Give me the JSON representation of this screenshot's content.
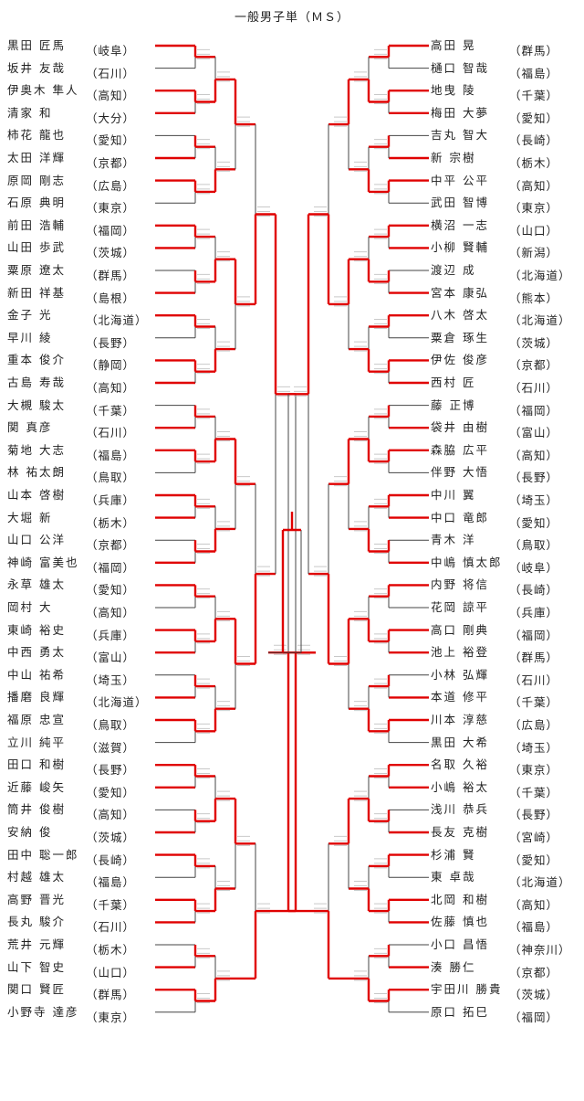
{
  "title": "一般男子単（ＭＳ）",
  "left_players": [
    {
      "name": "黒田 匠馬",
      "pref": "（岐阜）"
    },
    {
      "name": "坂井 友哉",
      "pref": "（石川）"
    },
    {
      "name": "伊奥木 隼人",
      "pref": "（高知）"
    },
    {
      "name": "清家 和",
      "pref": "（大分）"
    },
    {
      "name": "柿花 龍也",
      "pref": "（愛知）"
    },
    {
      "name": "太田 洋輝",
      "pref": "（京都）"
    },
    {
      "name": "原岡 剛志",
      "pref": "（広島）"
    },
    {
      "name": "石原 典明",
      "pref": "（東京）"
    },
    {
      "name": "前田 浩輔",
      "pref": "（福岡）"
    },
    {
      "name": "山田 歩武",
      "pref": "（茨城）"
    },
    {
      "name": "粟原 遼太",
      "pref": "（群馬）"
    },
    {
      "name": "新田 祥基",
      "pref": "（島根）"
    },
    {
      "name": "金子 光",
      "pref": "（北海道）"
    },
    {
      "name": "早川 綾",
      "pref": "（長野）"
    },
    {
      "name": "重本 俊介",
      "pref": "（静岡）"
    },
    {
      "name": "古島 寿哉",
      "pref": "（高知）"
    },
    {
      "name": "大槻 駿太",
      "pref": "（千葉）"
    },
    {
      "name": "関 真彦",
      "pref": "（石川）"
    },
    {
      "name": "菊地 大志",
      "pref": "（福島）"
    },
    {
      "name": "林 祐太朗",
      "pref": "（鳥取）"
    },
    {
      "name": "山本 啓樹",
      "pref": "（兵庫）"
    },
    {
      "name": "大堀 新",
      "pref": "（栃木）"
    },
    {
      "name": "山口 公洋",
      "pref": "（京都）"
    },
    {
      "name": "神崎 富美也",
      "pref": "（福岡）"
    },
    {
      "name": "永草 雄太",
      "pref": "（愛知）"
    },
    {
      "name": "岡村 大",
      "pref": "（高知）"
    },
    {
      "name": "東崎 裕史",
      "pref": "（兵庫）"
    },
    {
      "name": "中西 勇太",
      "pref": "（富山）"
    },
    {
      "name": "中山 祐希",
      "pref": "（埼玉）"
    },
    {
      "name": "播磨 良輝",
      "pref": "（北海道）"
    },
    {
      "name": "福原 忠宣",
      "pref": "（鳥取）"
    },
    {
      "name": "立川 純平",
      "pref": "（滋賀）"
    },
    {
      "name": "田口 和樹",
      "pref": "（長野）"
    },
    {
      "name": "近藤 峻矢",
      "pref": "（愛知）"
    },
    {
      "name": "筒井 俊樹",
      "pref": "（高知）"
    },
    {
      "name": "安納 俊",
      "pref": "（茨城）"
    },
    {
      "name": "田中 聡一郎",
      "pref": "（長崎）"
    },
    {
      "name": "村越 雄太",
      "pref": "（福島）"
    },
    {
      "name": "高野 晋光",
      "pref": "（千葉）"
    },
    {
      "name": "長丸 駿介",
      "pref": "（石川）"
    },
    {
      "name": "荒井 元輝",
      "pref": "（栃木）"
    },
    {
      "name": "山下 智史",
      "pref": "（山口）"
    },
    {
      "name": "関口 賢匠",
      "pref": "（群馬）"
    },
    {
      "name": "小野寺 達彦",
      "pref": "（東京）"
    }
  ],
  "right_players": [
    {
      "name": "高田 晃",
      "pref": "（群馬）"
    },
    {
      "name": "樋口 智哉",
      "pref": "（福島）"
    },
    {
      "name": "地曳 陵",
      "pref": "（千葉）"
    },
    {
      "name": "梅田 大夢",
      "pref": "（愛知）"
    },
    {
      "name": "吉丸 智大",
      "pref": "（長崎）"
    },
    {
      "name": "新 宗樹",
      "pref": "（栃木）"
    },
    {
      "name": "中平 公平",
      "pref": "（高知）"
    },
    {
      "name": "武田 智博",
      "pref": "（東京）"
    },
    {
      "name": "横沼 一志",
      "pref": "（山口）"
    },
    {
      "name": "小柳 賢輔",
      "pref": "（新潟）"
    },
    {
      "name": "渡辺 成",
      "pref": "（北海道）"
    },
    {
      "name": "宮本 康弘",
      "pref": "（熊本）"
    },
    {
      "name": "八木 啓太",
      "pref": "（北海道）"
    },
    {
      "name": "粟倉 琢生",
      "pref": "（茨城）"
    },
    {
      "name": "伊佐 俊彦",
      "pref": "（京都）"
    },
    {
      "name": "西村 匠",
      "pref": "（石川）"
    },
    {
      "name": "藤 正博",
      "pref": "（福岡）"
    },
    {
      "name": "袋井 由樹",
      "pref": "（富山）"
    },
    {
      "name": "森脇 広平",
      "pref": "（高知）"
    },
    {
      "name": "伴野 大悟",
      "pref": "（長野）"
    },
    {
      "name": "中川 翼",
      "pref": "（埼玉）"
    },
    {
      "name": "中口 竜郎",
      "pref": "（愛知）"
    },
    {
      "name": "青木 洋",
      "pref": "（鳥取）"
    },
    {
      "name": "中嶋 慎太郎",
      "pref": "（岐阜）"
    },
    {
      "name": "内野 将信",
      "pref": "（長崎）"
    },
    {
      "name": "花岡 諒平",
      "pref": "（兵庫）"
    },
    {
      "name": "高口 剛典",
      "pref": "（福岡）"
    },
    {
      "name": "池上 裕登",
      "pref": "（群馬）"
    },
    {
      "name": "小林 弘輝",
      "pref": "（石川）"
    },
    {
      "name": "本道 修平",
      "pref": "（千葉）"
    },
    {
      "name": "川本 淳慈",
      "pref": "（広島）"
    },
    {
      "name": "黒田 大希",
      "pref": "（埼玉）"
    },
    {
      "name": "名取 久裕",
      "pref": "（東京）"
    },
    {
      "name": "小嶋 裕太",
      "pref": "（千葉）"
    },
    {
      "name": "浅川 恭兵",
      "pref": "（長野）"
    },
    {
      "name": "長友 克樹",
      "pref": "（宮崎）"
    },
    {
      "name": "杉浦 賢",
      "pref": "（愛知）"
    },
    {
      "name": "東 卓哉",
      "pref": "（北海道）"
    },
    {
      "name": "北岡 和樹",
      "pref": "（高知）"
    },
    {
      "name": "佐藤 慎也",
      "pref": "（福島）"
    },
    {
      "name": "小口 昌悟",
      "pref": "（神奈川）"
    },
    {
      "name": "湊 勝仁",
      "pref": "（京都）"
    },
    {
      "name": "宇田川 勝貴",
      "pref": "（茨城）"
    },
    {
      "name": "原口 拓巳",
      "pref": "（福岡）"
    }
  ]
}
